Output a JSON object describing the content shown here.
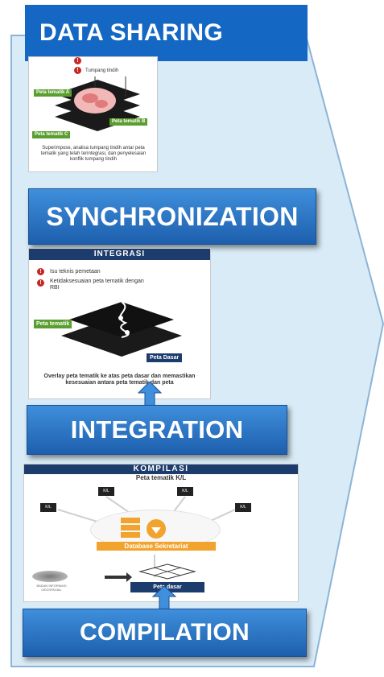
{
  "colors": {
    "banner_blue": "#1467c3",
    "chevron_fill": "#d9ebf6",
    "chevron_stroke": "#8cb4d6",
    "panel_header": "#1c3c6e",
    "tag_green": "#5a9e2f",
    "alert_red": "#c62828",
    "db_orange": "#f2a32d"
  },
  "banners": {
    "main": "DATA SHARING",
    "sync": "SYNCHRONIZATION",
    "integration": "INTEGRATION",
    "compilation": "COMPILATION"
  },
  "sync_panel": {
    "alert_text": "Tumpang tindih",
    "layer_a": "Peta tematik A",
    "layer_b": "Peta tematik B",
    "layer_c": "Peta tematik C",
    "caption": "Superimpose, analisa tumpang tindih antar peta tematik yang telah terintegrasi, dan penyelesaian konflik tumpang tindih"
  },
  "integration_panel": {
    "title": "INTEGRASI",
    "issue_1": "Isu teknis pemetaan",
    "issue_2": "Ketidaksesuaian peta tematik dengan RBI",
    "tag_thematic": "Peta tematik",
    "tag_base": "Peta Dasar",
    "caption": "Overlay peta tematik ke atas peta dasar dan memastikan kesesuaian antara peta tematik dan peta"
  },
  "compilation_panel": {
    "title": "KOMPILASI",
    "subtitle": "Peta tematik K/L",
    "folder_label": "K/L",
    "db_label": "Database Sekretariat",
    "base_map": "Peta dasar",
    "logo_text": "BADAN INFORMASI GEOSPASIAL"
  },
  "icons": [
    "alert-icon",
    "folder-icon",
    "database-icon",
    "map-layer-icon",
    "up-arrow-icon",
    "right-arrow-icon",
    "logo-icon"
  ]
}
